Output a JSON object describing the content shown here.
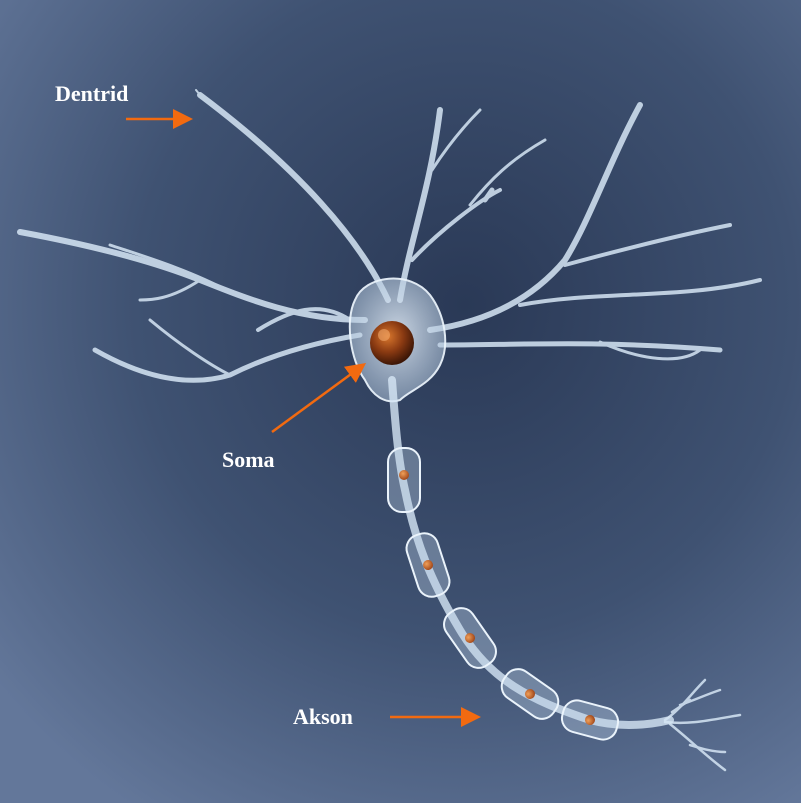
{
  "labels": {
    "dendrite": "Dentrid",
    "soma": "Soma",
    "axon": "Akson"
  },
  "colors": {
    "background_center": "#2a3956",
    "background_edge": "#5b6e8c",
    "neuron_membrane": "#d6e6f5",
    "nucleus": "#8a3a12",
    "arrow": "#f26a10",
    "label_text": "#ffffff"
  }
}
